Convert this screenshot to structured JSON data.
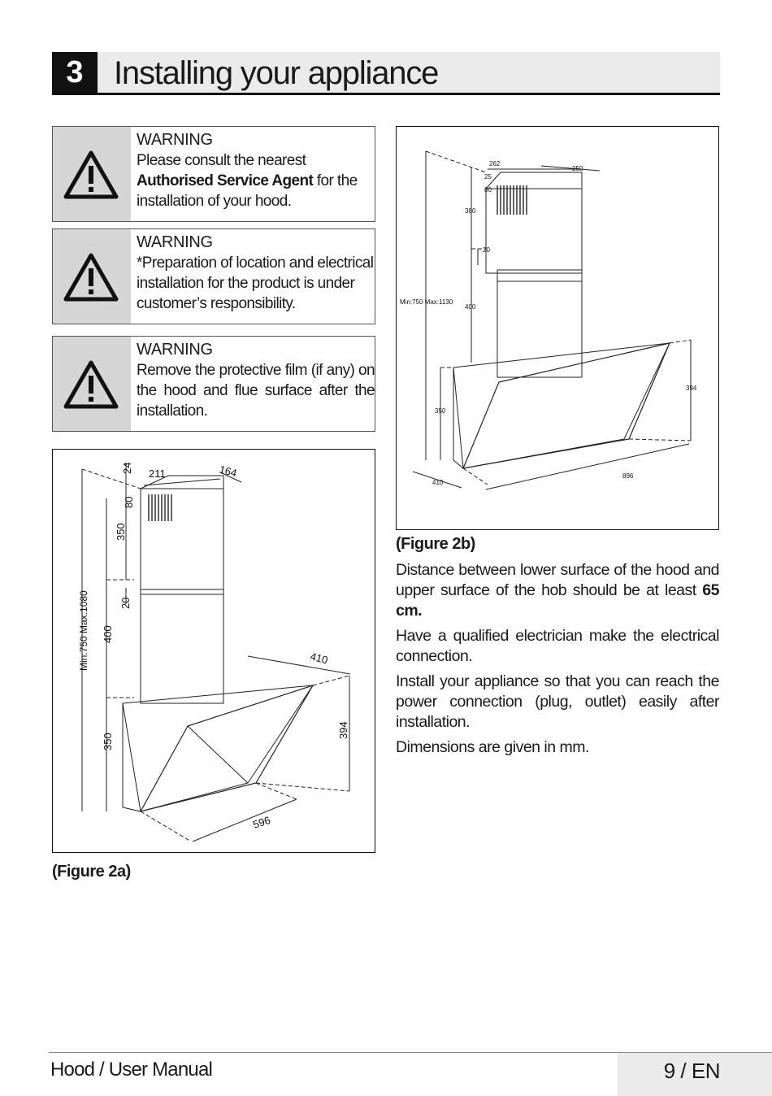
{
  "header": {
    "chapter_number": "3",
    "title": "Installing your appliance"
  },
  "warnings": [
    {
      "heading": "WARNING",
      "pre": "Please consult the nearest ",
      "bold": "Authorised Service Agent",
      "post": " for the installation of your hood."
    },
    {
      "heading": "WARNING",
      "text": "*Preparation of location and electrical installation for the product is under customer’s responsibility."
    },
    {
      "heading": "WARNING",
      "text": "Remove the protective film (if any) on the hood and flue surface after the installation."
    }
  ],
  "figure_a": {
    "caption": "(Figure 2a)",
    "labels": {
      "top_gap": "24",
      "width": "211",
      "depth": "164",
      "grille": "80",
      "upper_flue": "350",
      "overlap": "20",
      "lower_flue": "400",
      "range": "Min:750  Max:1080",
      "body_height": "350",
      "body_depth": "410",
      "panel_height": "394",
      "body_width": "596"
    }
  },
  "figure_b": {
    "caption": "(Figure 2b)",
    "labels": {
      "width": "262",
      "depth": "250",
      "top_gap": "25",
      "grille": "80",
      "upper_flue": "380",
      "overlap": "20",
      "lower_flue": "400",
      "range": "Min:750  Max:1130",
      "body_height": "350",
      "panel_height": "394",
      "body_depth": "410",
      "body_width": "896"
    }
  },
  "paragraphs": {
    "p1_text": "Distance between lower surface of the hood and upper surface of the hob should be at least ",
    "p1_bold": "65 cm.",
    "p2": "Have a qualified electrician make the electrical connection.",
    "p3": "Install your appliance so that you can reach the power connection (plug, outlet) easily after installation.",
    "p4": "Dimensions are given in mm."
  },
  "footer": {
    "left": "Hood / User Manual",
    "right": "9 / EN"
  }
}
